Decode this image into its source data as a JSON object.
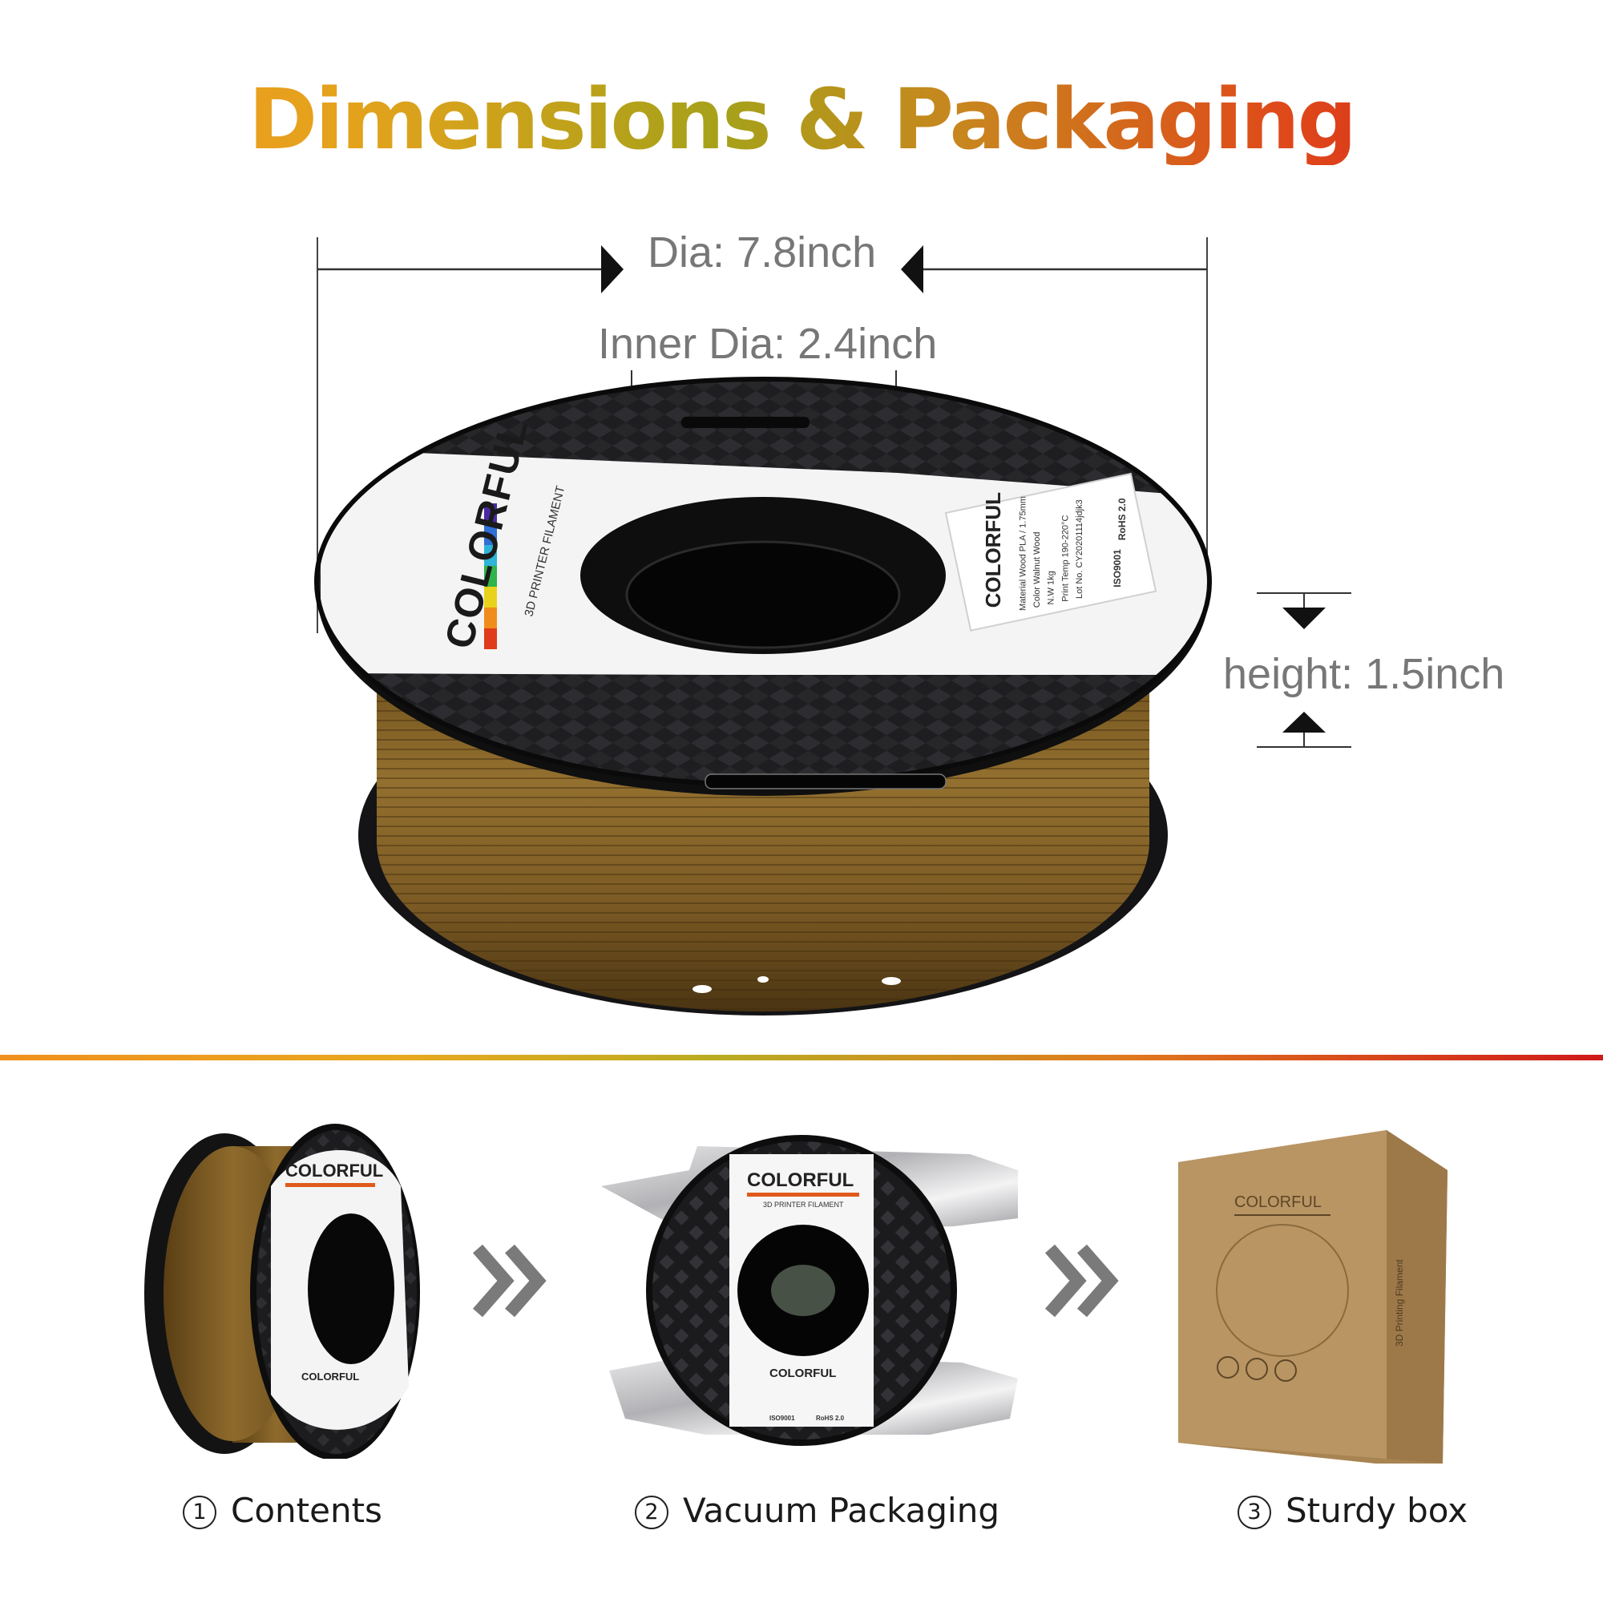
{
  "title": "Dimensions & Packaging",
  "dimensions": {
    "outer_diameter": "Dia: 7.8inch",
    "inner_diameter": "Inner Dia: 2.4inch",
    "height": "height: 1.5inch"
  },
  "spool_label": {
    "brand": "COLORFUL",
    "subtitle": "3D PRINTER FILAMENT",
    "info_lines": [
      "Material",
      "Color",
      "N.W",
      "Print Temp",
      "Lot No."
    ],
    "info_values": [
      "Wood PLA / 1.75mm",
      "Walnut Wood",
      "1kg",
      "190-220°C",
      "CY20201114jdjk3"
    ],
    "cert_1": "ISO9001",
    "cert_2": "RoHS 2.0"
  },
  "box": {
    "side_text": "3D Printing Filament"
  },
  "steps": [
    {
      "number": "1",
      "label": "Contents"
    },
    {
      "number": "2",
      "label": "Vacuum Packaging"
    },
    {
      "number": "3",
      "label": "Sturdy box"
    }
  ],
  "colors": {
    "filament": "#8a6628",
    "spool": "#1c1c1e",
    "box": "#b48f5c",
    "divider_start": "#f0901e",
    "divider_end": "#cf1a1a"
  }
}
